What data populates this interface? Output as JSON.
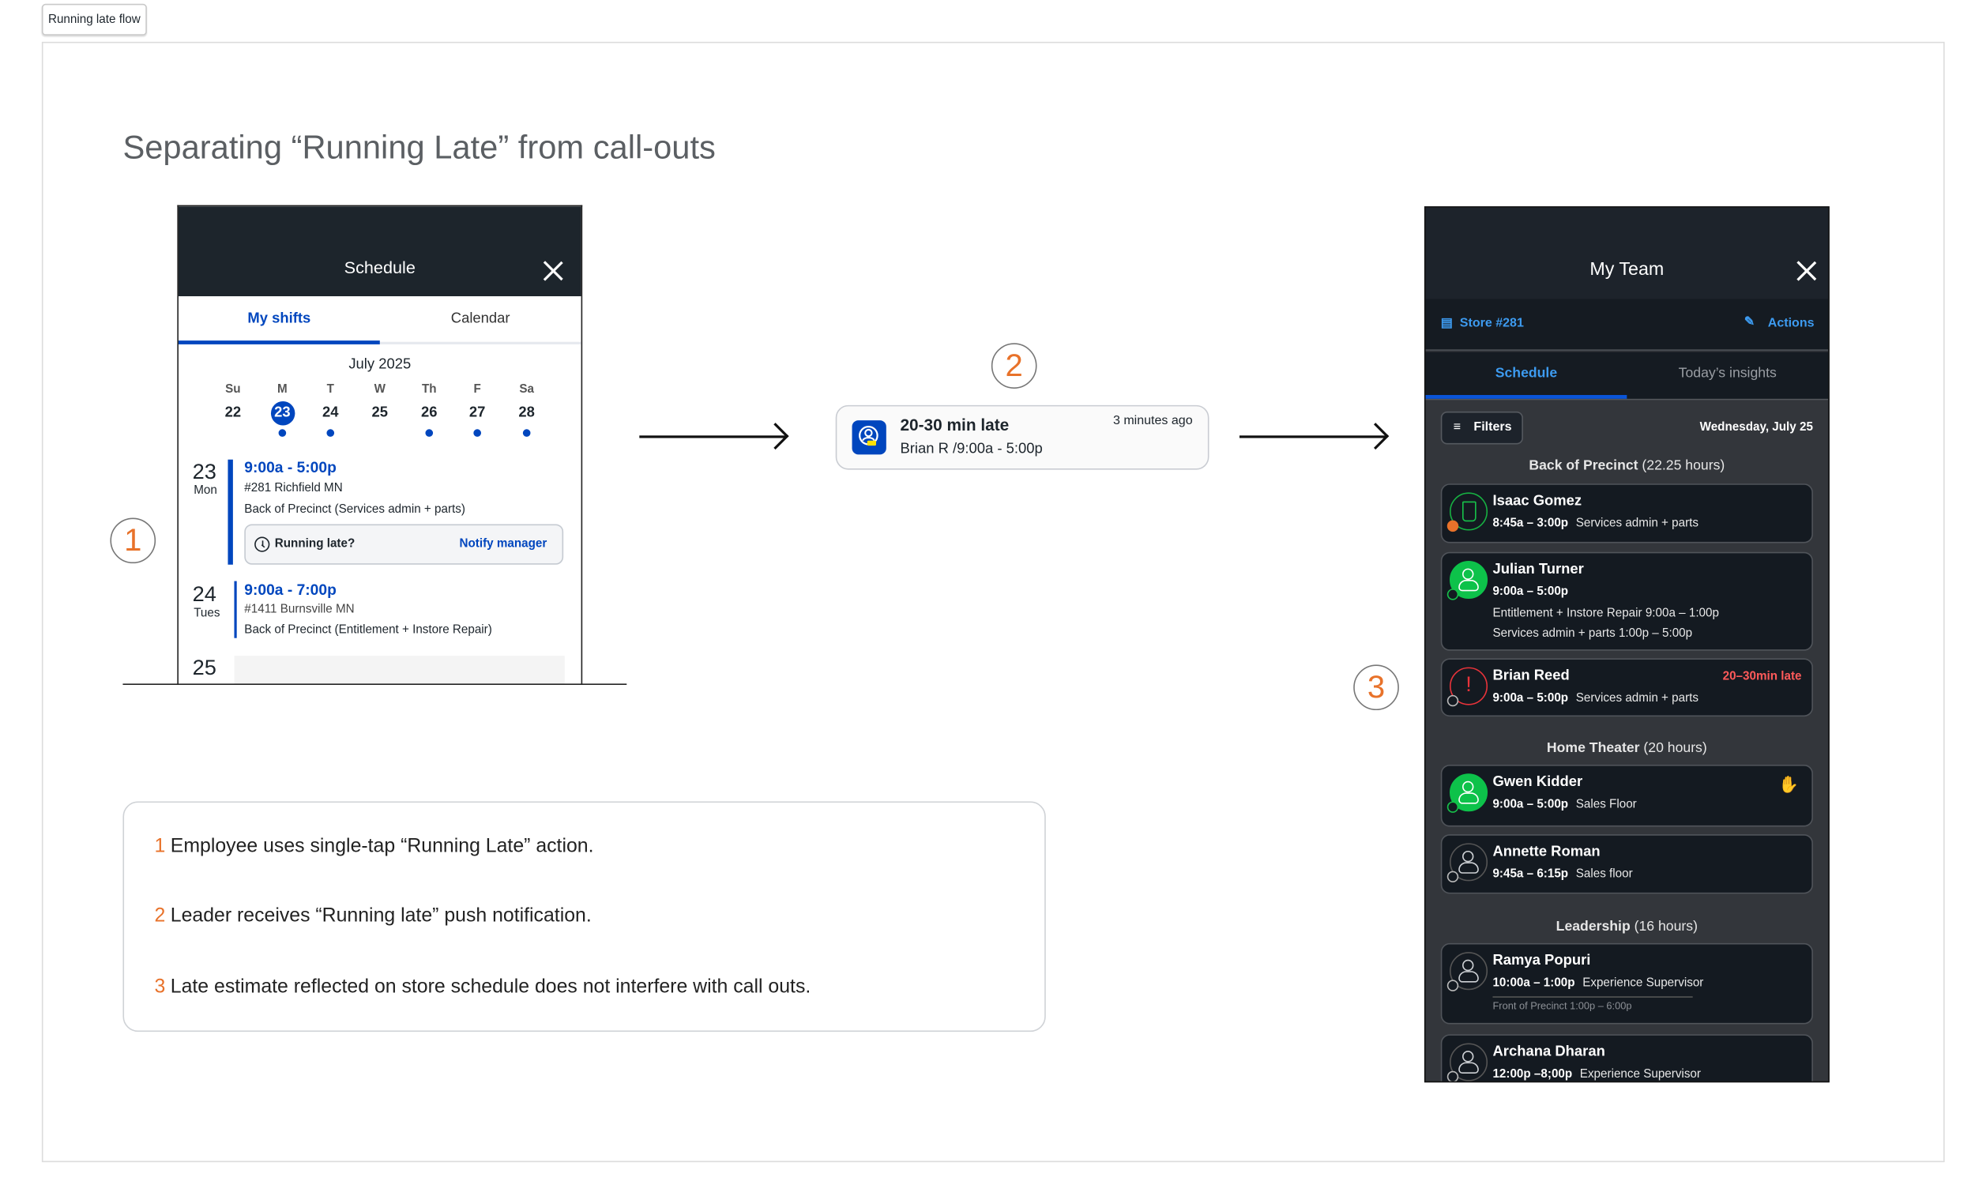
{
  "tag_label": "Running late flow",
  "page_title": "Separating “Running Late” from call-outs",
  "steps": [
    "1",
    "2",
    "3"
  ],
  "colors": {
    "accent_orange": "#e8722a",
    "brand_blue": "#0046be",
    "late_red": "#ff5a5a",
    "present_green": "#0dc24a"
  },
  "employee_app": {
    "title": "Schedule",
    "tabs": [
      {
        "label": "My shifts",
        "active": true
      },
      {
        "label": "Calendar",
        "active": false
      }
    ],
    "month": "July 2025",
    "week": [
      {
        "letter": "Su",
        "num": "22",
        "selected": false,
        "has_shift": false
      },
      {
        "letter": "M",
        "num": "23",
        "selected": true,
        "has_shift": true
      },
      {
        "letter": "T",
        "num": "24",
        "selected": false,
        "has_shift": true
      },
      {
        "letter": "W",
        "num": "25",
        "selected": false,
        "has_shift": false
      },
      {
        "letter": "Th",
        "num": "26",
        "selected": false,
        "has_shift": true
      },
      {
        "letter": "F",
        "num": "27",
        "selected": false,
        "has_shift": true
      },
      {
        "letter": "Sa",
        "num": "28",
        "selected": false,
        "has_shift": true
      }
    ],
    "shifts": [
      {
        "day": "23",
        "dow": "Mon",
        "time": "9:00a - 5:00p",
        "store": "#281  Richfield MN",
        "dept": "Back of Precinct (Services admin + parts)"
      },
      {
        "day": "24",
        "dow": "Tues",
        "time": "9:00a - 7:00p",
        "store": "#1411  Burnsville MN",
        "dept": "Back of Precinct (Entitlement + Instore Repair)"
      },
      {
        "day": "25"
      }
    ],
    "running_late": {
      "label": "Running late?",
      "action": "Notify manager"
    }
  },
  "notification": {
    "title": "20-30 min late",
    "body": "Brian R /9:00a - 5:00p",
    "time": "3 minutes ago"
  },
  "notes": [
    {
      "n": "1",
      "text": "Employee uses single-tap “Running Late” action."
    },
    {
      "n": "2",
      "text": "Leader receives “Running late” push notification."
    },
    {
      "n": "3",
      "text": "Late estimate reflected on store schedule does not interfere with call outs."
    }
  ],
  "team_app": {
    "title": "My Team",
    "store": "Store #281",
    "actions": "Actions",
    "tabs": [
      {
        "label": "Schedule",
        "active": true
      },
      {
        "label": "Today’s insights",
        "active": false
      }
    ],
    "filters": "Filters",
    "date": "Wednesday, July 25",
    "sections": [
      {
        "name": "Back of Precinct",
        "hours": "(22.25 hours)"
      },
      {
        "name": "Home Theater",
        "hours": "(20 hours)"
      },
      {
        "name": "Leadership",
        "hours": "(16 hours)"
      }
    ],
    "cards": [
      {
        "name": "Isaac Gomez",
        "avatar": "coffee-break",
        "status": "on-break",
        "lines": [
          {
            "time": "8:45a – 3:00p",
            "text": "Services admin + parts"
          }
        ]
      },
      {
        "name": "Julian Turner",
        "avatar": "present",
        "status": "clocked-in",
        "lines": [
          {
            "time": "9:00a – 5:00p",
            "text": ""
          },
          {
            "time": "",
            "text": "Entitlement + Instore Repair   9:00a – 1:00p"
          },
          {
            "time": "",
            "text": "Services admin + parts   1:00p – 5:00p"
          }
        ]
      },
      {
        "name": "Brian Reed",
        "avatar": "alert",
        "status": "late",
        "late": "20–30min late",
        "lines": [
          {
            "time": "9:00a – 5:00p",
            "text": "Services admin + parts"
          }
        ]
      },
      {
        "name": "Gwen Kidder",
        "avatar": "present",
        "status": "clocked-in",
        "hand_icon": true,
        "lines": [
          {
            "time": "9:00a – 5:00p",
            "text": "Sales Floor"
          }
        ]
      },
      {
        "name": "Annette Roman",
        "avatar": "absent",
        "status": "not-in",
        "lines": [
          {
            "time": "9:45a – 6:15p",
            "text": "Sales floor"
          }
        ]
      },
      {
        "name": "Ramya Popuri",
        "avatar": "absent",
        "status": "not-in",
        "lines": [
          {
            "time": "10:00a – 1:00p",
            "text": "Experience Supervisor"
          }
        ],
        "sub": "Front of Precinct  1:00p – 6:00p"
      },
      {
        "name": "Archana Dharan",
        "avatar": "absent",
        "status": "not-in",
        "lines": [
          {
            "time": "12:00p –8;00p",
            "text": "Experience Supervisor"
          }
        ]
      }
    ]
  }
}
